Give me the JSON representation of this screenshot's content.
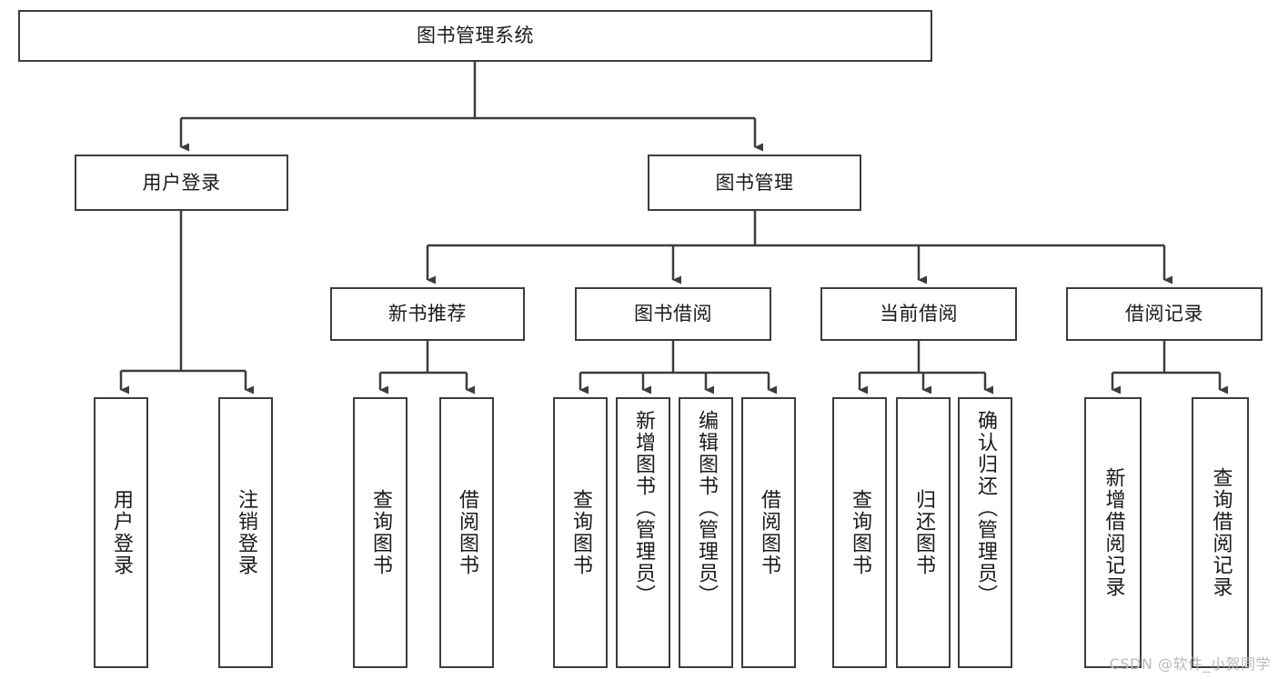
{
  "diagram": {
    "title": "图书管理系统",
    "type": "tree",
    "watermark": "CSDN @软件_小贺同学",
    "colors": {
      "stroke": "#3c3c3c",
      "fill": "#ffffff",
      "text": "#1a1a1a",
      "watermark": "#b9b9b9"
    },
    "nodes": {
      "root": {
        "label": "图书管理系统"
      },
      "level2": [
        {
          "id": "user-login",
          "label": "用户登录"
        },
        {
          "id": "book-management",
          "label": "图书管理"
        }
      ],
      "level3": [
        {
          "id": "new-book-recommend",
          "label": "新书推荐"
        },
        {
          "id": "book-borrow",
          "label": "图书借阅"
        },
        {
          "id": "current-borrow",
          "label": "当前借阅"
        },
        {
          "id": "borrow-record",
          "label": "借阅记录"
        }
      ],
      "leaves": [
        {
          "id": "leaf-user-login",
          "label": "用户登录",
          "parent": "user-login"
        },
        {
          "id": "leaf-logout",
          "label": "注销登录",
          "parent": "user-login"
        },
        {
          "id": "leaf-query-book-1",
          "label": "查询图书",
          "parent": "new-book-recommend"
        },
        {
          "id": "leaf-borrow-book-1",
          "label": "借阅图书",
          "parent": "new-book-recommend"
        },
        {
          "id": "leaf-query-book-2",
          "label": "查询图书",
          "parent": "book-borrow"
        },
        {
          "id": "leaf-add-book",
          "label": "新增图书（管理员）",
          "parent": "book-borrow"
        },
        {
          "id": "leaf-edit-book",
          "label": "编辑图书（管理员）",
          "parent": "book-borrow"
        },
        {
          "id": "leaf-borrow-book-2",
          "label": "借阅图书",
          "parent": "book-borrow"
        },
        {
          "id": "leaf-query-book-3",
          "label": "查询图书",
          "parent": "current-borrow"
        },
        {
          "id": "leaf-return-book",
          "label": "归还图书",
          "parent": "current-borrow"
        },
        {
          "id": "leaf-confirm-return",
          "label": "确认归还（管理员）",
          "parent": "current-borrow"
        },
        {
          "id": "leaf-add-record",
          "label": "新增借阅记录",
          "parent": "borrow-record"
        },
        {
          "id": "leaf-query-record",
          "label": "查询借阅记录",
          "parent": "borrow-record"
        }
      ]
    }
  }
}
